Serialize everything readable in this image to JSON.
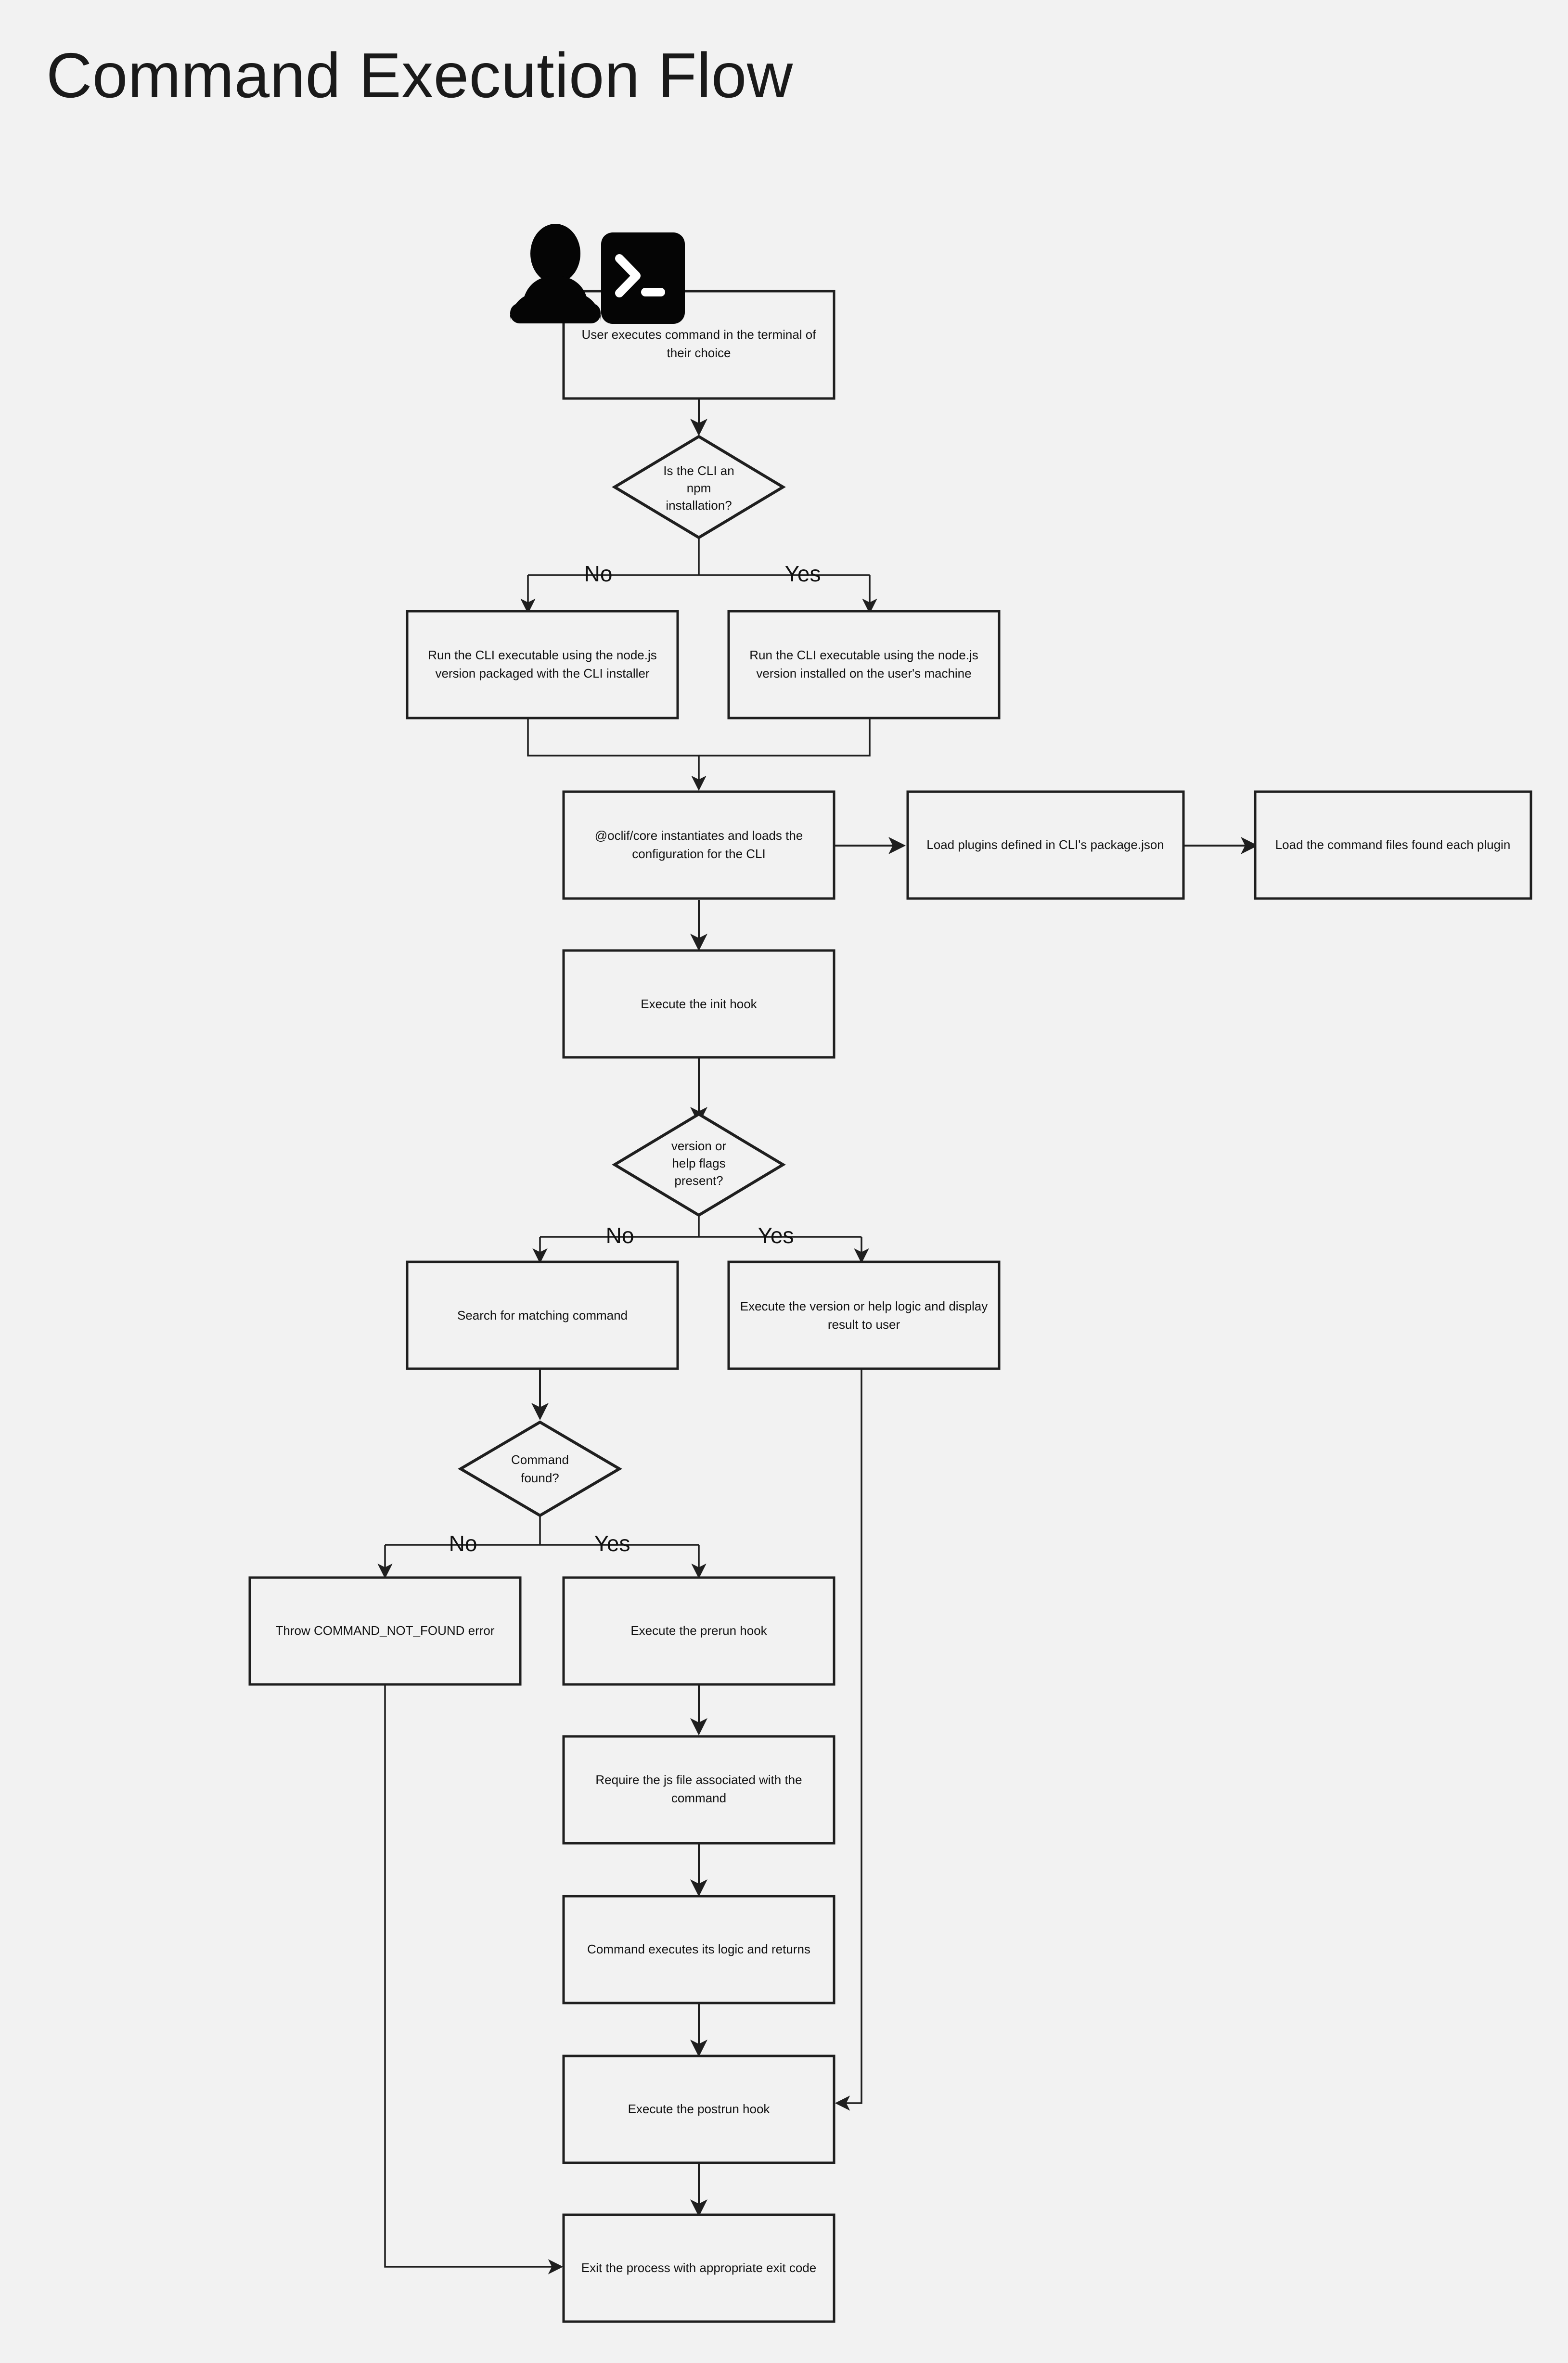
{
  "page": {
    "title": "Command Execution Flow",
    "background_color": "#f2f2f2",
    "stroke_color": "#1f1f1f",
    "text_color": "#111111"
  },
  "icon": {
    "name": "user-terminal-icon",
    "parts": [
      "person-silhouette",
      "terminal-window-prompt"
    ],
    "prompt_glyph": ">_"
  },
  "nodes": {
    "start": {
      "id": "start",
      "type": "process",
      "text_lines": [
        "User executes command in the terminal of",
        "their choice"
      ]
    },
    "d_npm": {
      "id": "d_npm",
      "type": "decision",
      "text_lines": [
        "Is the CLI an",
        "npm",
        "installation?"
      ]
    },
    "pkg_node": {
      "id": "pkg_node",
      "type": "process",
      "text_lines": [
        "Run the CLI executable using the node.js",
        "version packaged with the CLI installer"
      ]
    },
    "user_node": {
      "id": "user_node",
      "type": "process",
      "text_lines": [
        "Run the CLI executable using the node.js",
        "version installed on the user's machine"
      ]
    },
    "oclif_core": {
      "id": "oclif_core",
      "type": "process",
      "text_lines": [
        "@oclif/core instantiates and loads the",
        "configuration for the CLI"
      ]
    },
    "load_plugins": {
      "id": "load_plugins",
      "type": "process",
      "text_lines": [
        "Load plugins defined in CLI's package.json"
      ]
    },
    "load_commands": {
      "id": "load_commands",
      "type": "process",
      "text_lines": [
        "Load the command files found each plugin"
      ]
    },
    "init_hook": {
      "id": "init_hook",
      "type": "process",
      "text_lines": [
        "Execute the init hook"
      ]
    },
    "d_flags": {
      "id": "d_flags",
      "type": "decision",
      "text_lines": [
        "version or",
        "help flags",
        "present?"
      ]
    },
    "search_cmd": {
      "id": "search_cmd",
      "type": "process",
      "text_lines": [
        "Search for matching command"
      ]
    },
    "version_help": {
      "id": "version_help",
      "type": "process",
      "text_lines": [
        "Execute the version or help logic and display",
        "result to user"
      ]
    },
    "d_found": {
      "id": "d_found",
      "type": "decision",
      "text_lines": [
        "Command",
        "found?"
      ]
    },
    "throw_err": {
      "id": "throw_err",
      "type": "process",
      "text_lines": [
        "Throw COMMAND_NOT_FOUND error"
      ]
    },
    "prerun_hook": {
      "id": "prerun_hook",
      "type": "process",
      "text_lines": [
        "Execute the prerun hook"
      ]
    },
    "require_js": {
      "id": "require_js",
      "type": "process",
      "text_lines": [
        "Require the js file associated with the",
        "command"
      ]
    },
    "cmd_exec": {
      "id": "cmd_exec",
      "type": "process",
      "text_lines": [
        "Command executes its logic and returns"
      ]
    },
    "postrun_hook": {
      "id": "postrun_hook",
      "type": "process",
      "text_lines": [
        "Execute the postrun hook"
      ]
    },
    "exit_proc": {
      "id": "exit_proc",
      "type": "process",
      "text_lines": [
        "Exit the process with appropriate exit code"
      ]
    }
  },
  "edge_labels": {
    "npm_no": "No",
    "npm_yes": "Yes",
    "flags_no": "No",
    "flags_yes": "Yes",
    "found_no": "No",
    "found_yes": "Yes"
  },
  "edges": [
    {
      "from": "start",
      "to": "d_npm",
      "label": ""
    },
    {
      "from": "d_npm",
      "to": "pkg_node",
      "label": "No"
    },
    {
      "from": "d_npm",
      "to": "user_node",
      "label": "Yes"
    },
    {
      "from": "pkg_node",
      "to": "oclif_core",
      "label": ""
    },
    {
      "from": "user_node",
      "to": "oclif_core",
      "label": ""
    },
    {
      "from": "oclif_core",
      "to": "load_plugins",
      "label": ""
    },
    {
      "from": "load_plugins",
      "to": "load_commands",
      "label": ""
    },
    {
      "from": "oclif_core",
      "to": "init_hook",
      "label": ""
    },
    {
      "from": "init_hook",
      "to": "d_flags",
      "label": ""
    },
    {
      "from": "d_flags",
      "to": "search_cmd",
      "label": "No"
    },
    {
      "from": "d_flags",
      "to": "version_help",
      "label": "Yes"
    },
    {
      "from": "search_cmd",
      "to": "d_found",
      "label": ""
    },
    {
      "from": "d_found",
      "to": "throw_err",
      "label": "No"
    },
    {
      "from": "d_found",
      "to": "prerun_hook",
      "label": "Yes"
    },
    {
      "from": "prerun_hook",
      "to": "require_js",
      "label": ""
    },
    {
      "from": "require_js",
      "to": "cmd_exec",
      "label": ""
    },
    {
      "from": "cmd_exec",
      "to": "postrun_hook",
      "label": ""
    },
    {
      "from": "version_help",
      "to": "postrun_hook",
      "label": ""
    },
    {
      "from": "postrun_hook",
      "to": "exit_proc",
      "label": ""
    },
    {
      "from": "throw_err",
      "to": "exit_proc",
      "label": ""
    }
  ]
}
